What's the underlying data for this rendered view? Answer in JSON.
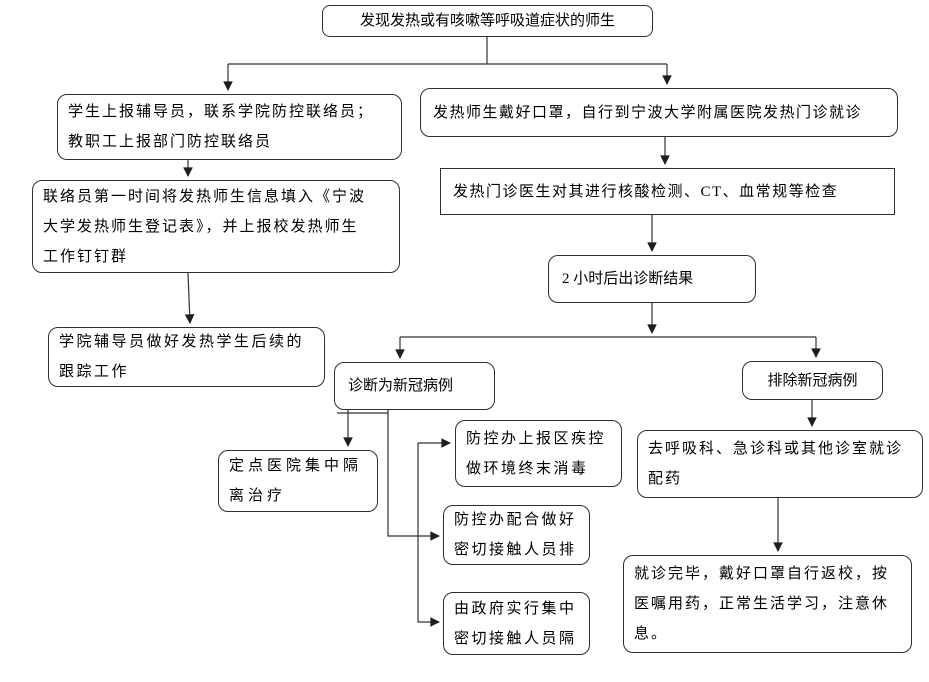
{
  "flowchart": {
    "colors": {
      "line": "#333333",
      "background": "#ffffff",
      "text": "#000000"
    },
    "nodes": {
      "start": {
        "text": "发现发热或有咳嗽等呼吸道症状的师生"
      },
      "report_counselor": {
        "text": "学生上报辅导员，联系学院防控联络员；\n教职工上报部门防控联络员"
      },
      "liaison_register": {
        "text": "联络员第一时间将发热师生信息填入《宁波\n大学发热师生登记表》，并上报校发热师生\n工作钉钉群"
      },
      "follow_up": {
        "text": "学院辅导员做好发热学生后续的\n跟踪工作"
      },
      "go_hospital": {
        "text": "发热师生戴好口罩，自行到宁波大学附属医院发热门诊就诊"
      },
      "tests": {
        "text": "发热门诊医生对其进行核酸检测、CT、血常规等检查"
      },
      "result": {
        "text": "2 小时后出诊断结果"
      },
      "diagnosed": {
        "text": "诊断为新冠病例"
      },
      "excluded": {
        "text": "排除新冠病例"
      },
      "isolation": {
        "text": "定点医院集中隔\n离治疗"
      },
      "cdc_report": {
        "text": "防控办上报区疾控\n做环境终末消毒"
      },
      "close_contact": {
        "text": "防控办配合做好\n密切接触人员排"
      },
      "gov_quarantine": {
        "text": "由政府实行集中\n密切接触人员隔"
      },
      "other_clinic": {
        "text": "去呼吸科、急诊科或其他诊室就诊\n配药"
      },
      "return_school": {
        "text": "就诊完毕，戴好口罩自行返校，按\n医嘱用药，正常生活学习，注意休\n息。"
      }
    }
  }
}
